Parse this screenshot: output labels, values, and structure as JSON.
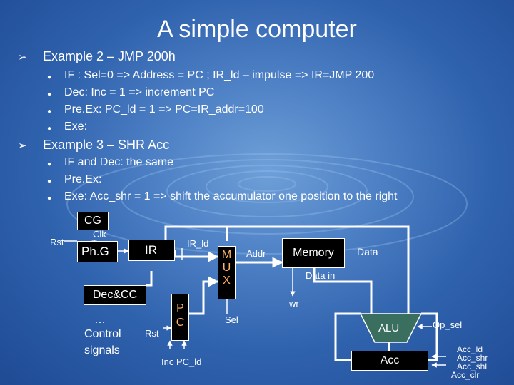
{
  "title": "A simple computer",
  "example2": {
    "heading": "Example 2 – JMP 200h",
    "items": [
      "IF : Sel=0 => Address = PC ; IR_ld – impulse => IR=JMP 200",
      "Dec:  Inc = 1 => increment PC",
      "Pre.Ex: PC_ld = 1 => PC=IR_addr=100",
      "Exe:"
    ]
  },
  "example3": {
    "heading": "Example 3 – SHR Acc",
    "items": [
      "IF  and Dec: the same",
      "Pre.Ex:",
      "Exe: Acc_shr = 1 => shift the accumulator one position to the right"
    ]
  },
  "diagram": {
    "cg": "CG",
    "rst": "Rst",
    "clk": "Clk",
    "phg": "Ph.G",
    "ir": "IR",
    "ir_ld": "IR_ld",
    "mux": [
      "M",
      "U",
      "X"
    ],
    "addr": "Addr",
    "memory": "Memory",
    "data": "Data",
    "data_in": "Data in",
    "wr": "wr",
    "dec": "Dec&CC",
    "dots": "…",
    "control": "Control",
    "signals": "signals",
    "rst2": "Rst",
    "pc": [
      "P",
      "C"
    ],
    "sel": "Sel",
    "inc_pc": "Inc PC_ld",
    "alu": "ALU",
    "op_sel": "Op_sel",
    "acc": "Acc",
    "acc_signals": [
      "Acc_ld",
      "Acc_shr",
      "Acc_shl",
      "Acc_clr"
    ]
  },
  "colors": {
    "background": "#2f62ad",
    "wire": "#ffffff",
    "block": "#000000",
    "alu_fill": "#3a6f60"
  }
}
